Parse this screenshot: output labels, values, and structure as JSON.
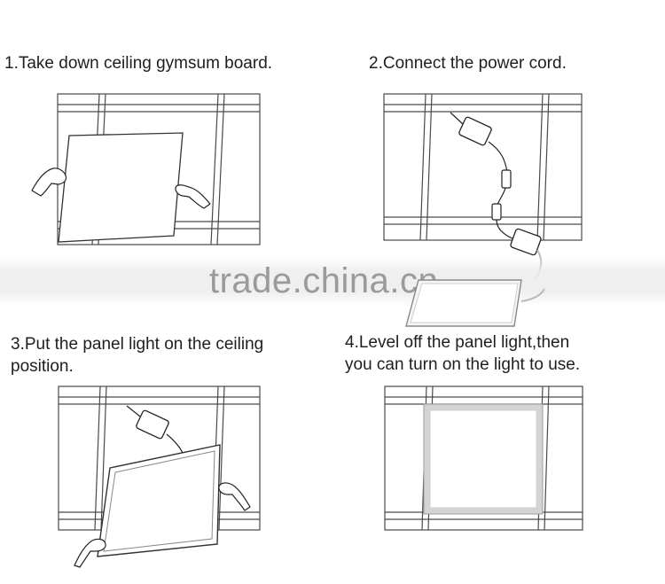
{
  "steps": [
    {
      "title": "1.Take down ceiling gymsum board."
    },
    {
      "title": "2.Connect the power cord."
    },
    {
      "title_line1": "3.Put the panel light on the ceiling",
      "title_line2": "position."
    },
    {
      "title_line1": "4.Level off the panel light,then",
      "title_line2": "you can turn on the light to use."
    }
  ],
  "watermark": "trade.china.cn",
  "colors": {
    "grid": "#4a4a4a",
    "panel_glow": "#c9c9c9",
    "watermark": "#9a9a9a"
  }
}
